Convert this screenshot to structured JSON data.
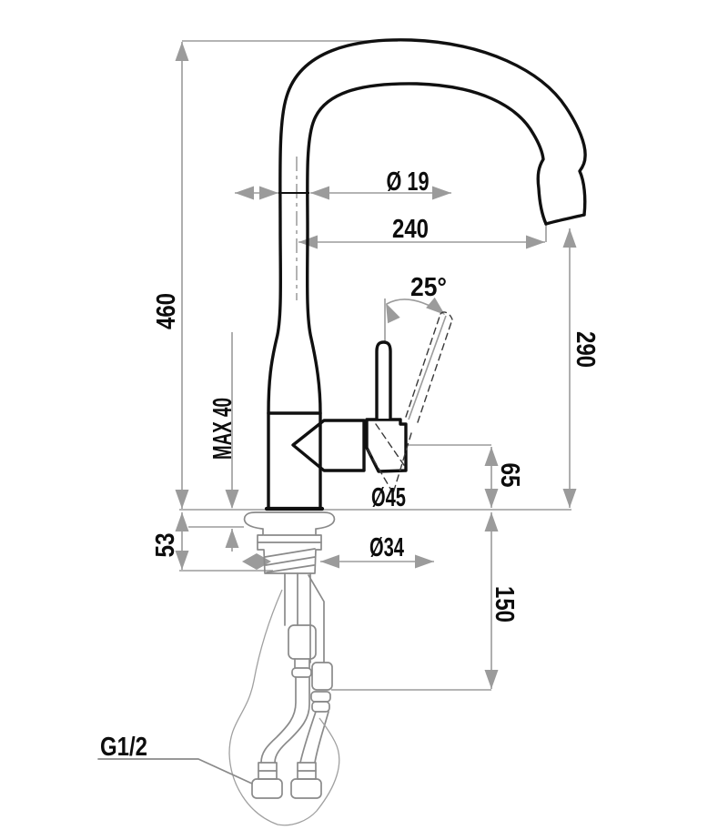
{
  "page": {
    "background": "#ffffff",
    "kind": "technical dimension drawing",
    "subject": "kitchen mixer tap, side elevation with pull-down spout and under-counter supply hoses"
  },
  "colors": {
    "outline": "#101010",
    "dimension_gray": "#9b9b9b",
    "under_counter_gray": "#8a8a8a",
    "text": "#0d0d0d"
  },
  "labels": {
    "total_height": "460",
    "deck_max_thickness": "MAX 40",
    "below_deck": "53",
    "spout_tube_diameter": "Ø 19",
    "spout_reach": "240",
    "handle_angle": "25°",
    "outlet_height": "290",
    "body_to_deck": "65",
    "body_diameter": "Ø45",
    "shank_diameter": "Ø34",
    "hose_drop": "150",
    "supply_thread": "G1/2"
  }
}
